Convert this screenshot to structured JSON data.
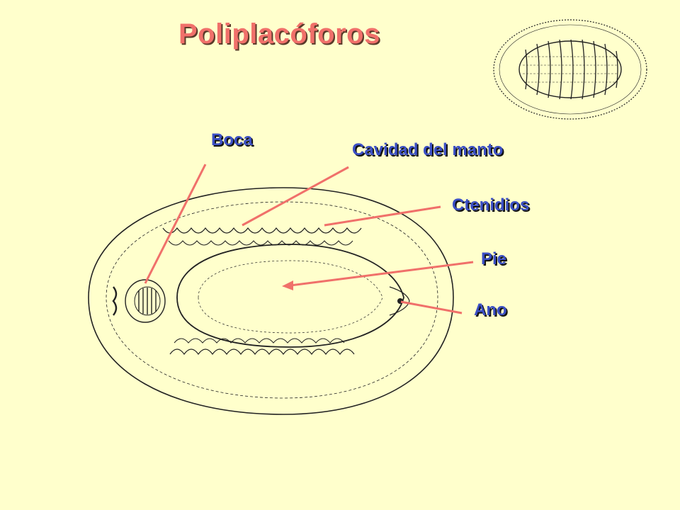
{
  "title": "Poliplacóforos",
  "labels": {
    "boca": "Boca",
    "cavidad": "Cavidad del manto",
    "ctenidios": "Ctenidios",
    "pie": "Pie",
    "ano": "Ano"
  },
  "colors": {
    "background": "#FFFFCC",
    "title": "#F0706A",
    "label": "#3B4FC4",
    "pointer": "#F0706A",
    "drawing": "#222222"
  }
}
